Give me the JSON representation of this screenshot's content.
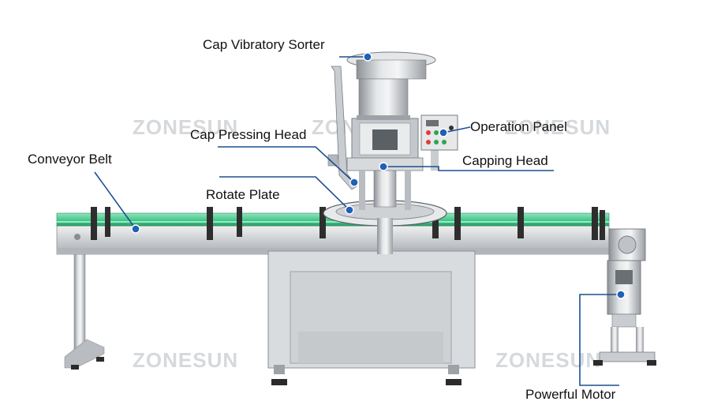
{
  "watermark": "ZONESUN",
  "labels": {
    "cap_sorter": "Cap Vibratory Sorter",
    "operation_panel": "Operation Panel",
    "cap_pressing_head": "Cap Pressing Head",
    "capping_head": "Capping Head",
    "conveyor_belt": "Conveyor Belt",
    "rotate_plate": "Rotate Plate",
    "powerful_motor": "Powerful Motor"
  },
  "colors": {
    "leader": "#1d4f91",
    "belt": "#5fd3a0",
    "steel": "#c9ccd0"
  }
}
